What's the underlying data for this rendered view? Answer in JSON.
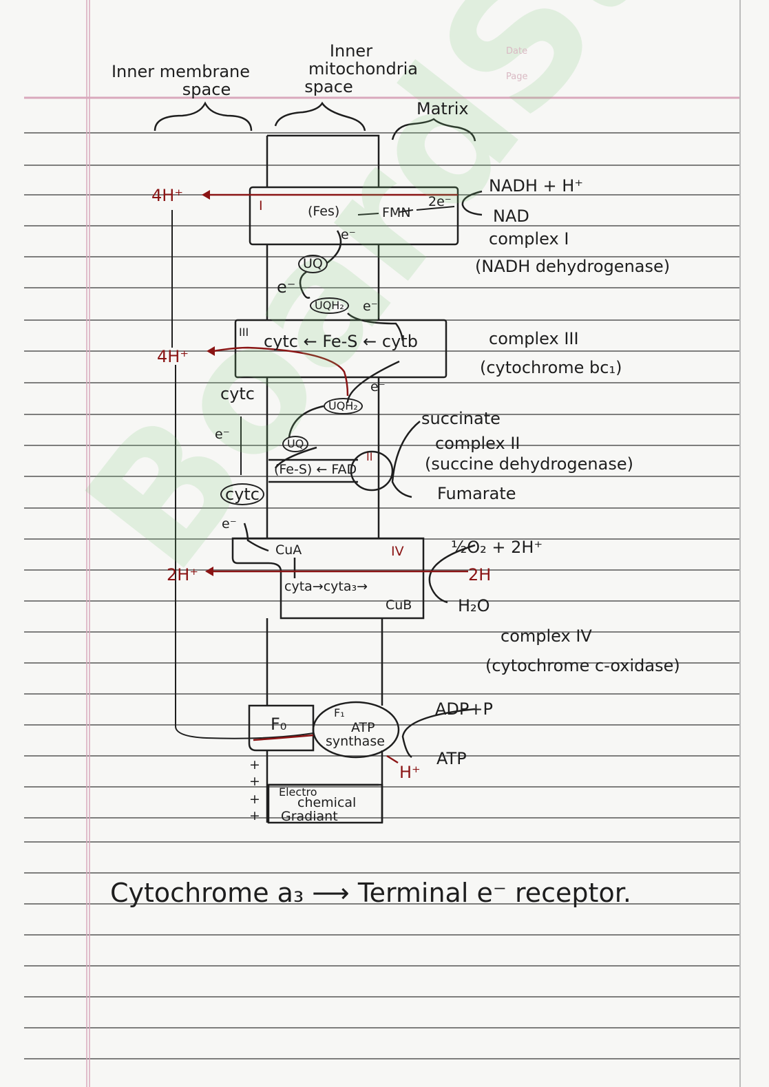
{
  "header": {
    "date_label": "Date",
    "page_label": "Page"
  },
  "regions": {
    "inner_membrane_space": [
      "Inner membrane",
      "space"
    ],
    "inner_mitochondria_space": [
      "Inner",
      "mitochondria",
      "space"
    ],
    "matrix": "Matrix"
  },
  "complex1": {
    "numeral": "I",
    "fes": "(Fes)",
    "fmn": "FMN",
    "two_e": "2e⁻",
    "e": "e⁻",
    "protons": "4H⁺",
    "nadh": "NADH + H⁺",
    "nad": "NAD",
    "name": "complex I",
    "full_name": "(NADH dehydrogenase)"
  },
  "ubiquinone": {
    "uq": "UQ",
    "e1": "e⁻",
    "uqh2": "UQH₂",
    "e2": "e⁻"
  },
  "complex3": {
    "numeral": "III",
    "chain": "cytc ← Fe-S ← cytb",
    "protons": "4H⁺",
    "name": "complex III",
    "full_name": "(cytochrome bc₁)",
    "e": "e⁻"
  },
  "cytc_transfer": {
    "cytc_label": "cytc",
    "e1": "e⁻",
    "cytc_circle": "cytc",
    "e2": "e⁻"
  },
  "complex2": {
    "numeral": "II",
    "uqh2": "UQH₂",
    "uq": "UQ",
    "chain": "(Fe-S) ← FAD",
    "succinate": "succinate",
    "name": "complex II",
    "full_name": "(succine dehydrogenase)",
    "fumarate": "Fumarate"
  },
  "complex4": {
    "numeral": "IV",
    "cua": "CuA",
    "chain": "cyta→cyta₃→",
    "cub": "CuB",
    "protons": "2H⁺",
    "oxygen": "½O₂ + 2H⁺",
    "two_h": "2H",
    "water": "H₂O",
    "name": "complex IV",
    "full_name": "(cytochrome c-oxidase)"
  },
  "atp_synthase": {
    "f0": "F₀",
    "f1": "F₁",
    "name": [
      "ATP",
      "synthase"
    ],
    "adp": "ADP+P",
    "atp": "ATP",
    "proton": "H⁺",
    "plus": [
      "+",
      "+",
      "+",
      "+"
    ],
    "gradient": [
      "Electro",
      "chemical",
      "Gradiant"
    ]
  },
  "footnote": "Cytochrome a₃ ⟶ Terminal e⁻ receptor.",
  "watermark": "BoardStudy"
}
